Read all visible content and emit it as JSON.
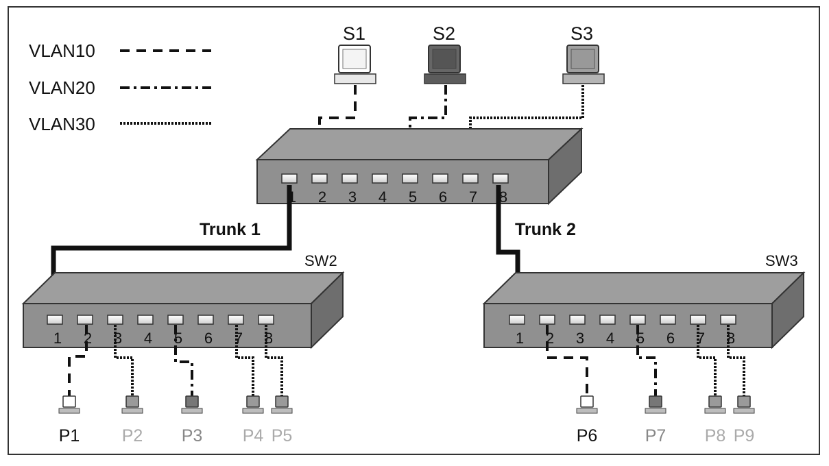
{
  "legend": [
    {
      "label": "VLAN10",
      "style": "dashed"
    },
    {
      "label": "VLAN20",
      "style": "dash-dot"
    },
    {
      "label": "VLAN30",
      "style": "dotted"
    }
  ],
  "servers": [
    {
      "label": "S1",
      "vlan": "VLAN10",
      "port": 2
    },
    {
      "label": "S2",
      "vlan": "VLAN20",
      "port": 5
    },
    {
      "label": "S3",
      "vlan": "VLAN30",
      "port": 7
    }
  ],
  "core_switch": {
    "ports": [
      "1",
      "2",
      "3",
      "4",
      "5",
      "6",
      "7",
      "8"
    ]
  },
  "trunks": [
    {
      "label": "Trunk 1",
      "from_port": 1,
      "to_switch": "SW2"
    },
    {
      "label": "Trunk 2",
      "from_port": 8,
      "to_switch": "SW3"
    }
  ],
  "sw2": {
    "label": "SW2",
    "ports": [
      "1",
      "2",
      "3",
      "4",
      "5",
      "6",
      "7",
      "8"
    ]
  },
  "sw3": {
    "label": "SW3",
    "ports": [
      "1",
      "2",
      "3",
      "4",
      "5",
      "6",
      "7",
      "8"
    ]
  },
  "pcs": [
    {
      "label": "P1",
      "switch": "SW2",
      "port": 2,
      "vlan": "VLAN10",
      "color": "#111111"
    },
    {
      "label": "P2",
      "switch": "SW2",
      "port": 3,
      "vlan": "VLAN30",
      "color": "#aaaaaa"
    },
    {
      "label": "P3",
      "switch": "SW2",
      "port": 5,
      "vlan": "VLAN20",
      "color": "#888888"
    },
    {
      "label": "P4",
      "switch": "SW2",
      "port": 7,
      "vlan": "VLAN30",
      "color": "#aaaaaa"
    },
    {
      "label": "P5",
      "switch": "SW2",
      "port": 8,
      "vlan": "VLAN30",
      "color": "#aaaaaa"
    },
    {
      "label": "P6",
      "switch": "SW3",
      "port": 2,
      "vlan": "VLAN10",
      "color": "#111111"
    },
    {
      "label": "P7",
      "switch": "SW3",
      "port": 5,
      "vlan": "VLAN20",
      "color": "#888888"
    },
    {
      "label": "P8",
      "switch": "SW3",
      "port": 7,
      "vlan": "VLAN30",
      "color": "#aaaaaa"
    },
    {
      "label": "P9",
      "switch": "SW3",
      "port": 8,
      "vlan": "VLAN30",
      "color": "#aaaaaa"
    }
  ]
}
